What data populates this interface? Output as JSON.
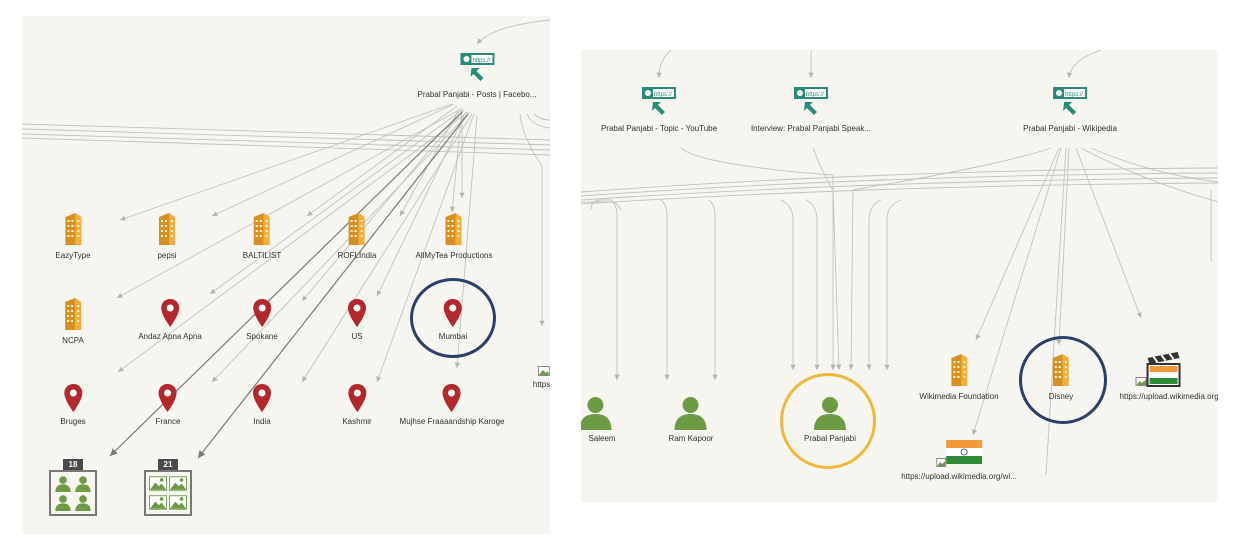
{
  "colors": {
    "url_node": "#2a8a7a",
    "organization": "#e2a12f",
    "location": "#b3282d",
    "person": "#6d9a45",
    "highlight_blue": "#2b3f6b",
    "highlight_gold": "#edb83c",
    "edge": "#b5b5b5"
  },
  "left_panel": {
    "source_node": {
      "label": "Prabal Panjabi - Posts | Facebo...",
      "url_text": "https://",
      "icon": "url-arrow-icon"
    },
    "organizations": [
      {
        "label": "EazyType"
      },
      {
        "label": "pepsi"
      },
      {
        "label": "BALTILIST"
      },
      {
        "label": "ROFLIndia"
      },
      {
        "label": "AllMyTea Productions"
      },
      {
        "label": "NCPA"
      }
    ],
    "locations": [
      {
        "label": "Andaz Apna Apna"
      },
      {
        "label": "Spokane"
      },
      {
        "label": "US"
      },
      {
        "label": "Mumbai",
        "highlighted": true
      },
      {
        "label": "Bruges"
      },
      {
        "label": "France"
      },
      {
        "label": "India"
      },
      {
        "label": "Kashmir"
      },
      {
        "label": "Mujhse Fraaaandship Karoge"
      }
    ],
    "image_link": {
      "label": "https://faceb..."
    },
    "groups": [
      {
        "count": "18",
        "kind": "people-group-icon"
      },
      {
        "count": "21",
        "kind": "image-group-icon"
      }
    ]
  },
  "right_panel": {
    "sources": [
      {
        "label": "Prabal Panjabi - Topic - YouTube",
        "url_text": "https://"
      },
      {
        "label": "Interview: Prabal Panjabi Speak...",
        "url_text": "https://"
      },
      {
        "label": "Prabal Panjabi - Wikipedia",
        "url_text": "https://"
      }
    ],
    "people": [
      {
        "label": "Saleem"
      },
      {
        "label": "Ram Kapoor"
      },
      {
        "label": "Prabal Panjabi",
        "highlighted": true
      }
    ],
    "organizations": [
      {
        "label": "Wikimedia Foundation"
      },
      {
        "label": "Disney",
        "highlighted": true
      }
    ],
    "media": [
      {
        "label": "https://upload.wikimedia.org/wi...",
        "icon": "india-flag-image-icon"
      },
      {
        "label": "https://upload.wikimedia.org/wi",
        "icon": "film-clapper-image-icon"
      }
    ]
  }
}
